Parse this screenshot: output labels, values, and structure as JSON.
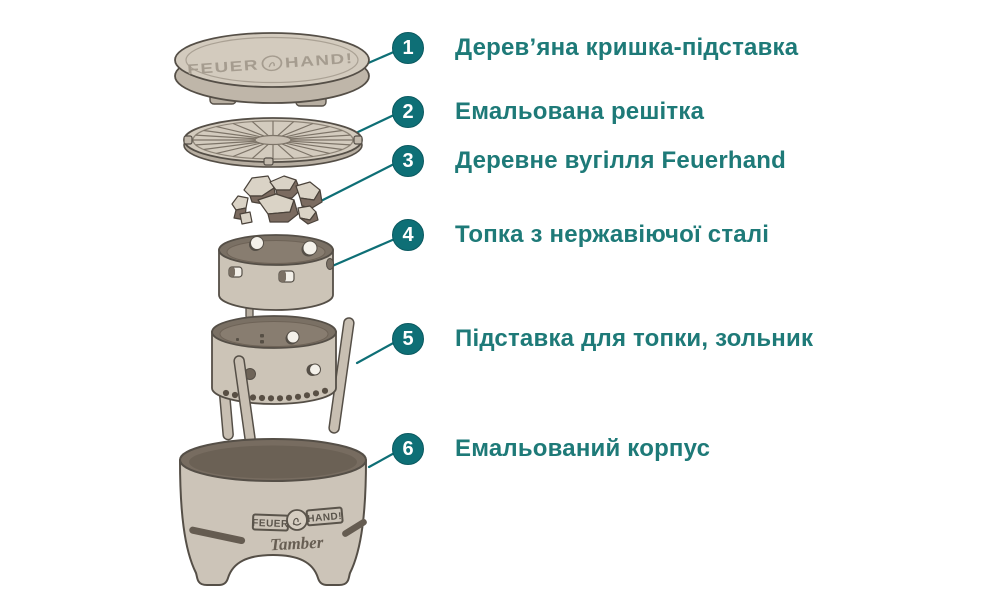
{
  "accent": {
    "teal_badge": "#0e6f76",
    "teal_text": "#1e7a78"
  },
  "parts": [
    {
      "num": "1",
      "label": "Дерев’яна кришка-підставка"
    },
    {
      "num": "2",
      "label": "Емальована решітка"
    },
    {
      "num": "3",
      "label": "Деревне вугілля Feuerhand"
    },
    {
      "num": "4",
      "label": "Топка з нержавіючої сталі"
    },
    {
      "num": "5",
      "label": "Підставка для топки, зольник"
    },
    {
      "num": "6",
      "label": "Емальований корпус"
    }
  ],
  "illustration": {
    "lid_logo_left": "FEUER",
    "lid_logo_right": "HAND!",
    "body_logo_left": "FEUER",
    "body_logo_right": "HAND!",
    "body_model": "Tamber"
  }
}
